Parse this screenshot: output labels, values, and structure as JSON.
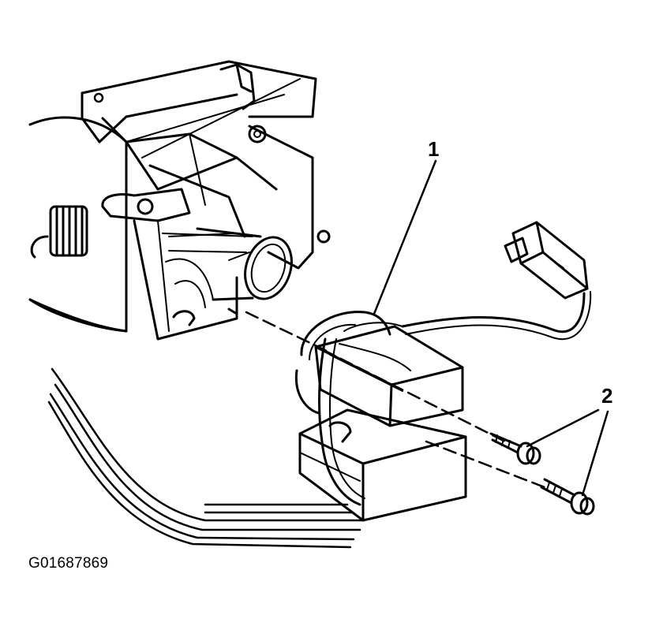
{
  "figure": {
    "callouts": {
      "label_1": "1",
      "label_2": "2"
    },
    "figure_id": "G01687869"
  },
  "colors": {
    "line": "#000000",
    "background": "#ffffff"
  }
}
